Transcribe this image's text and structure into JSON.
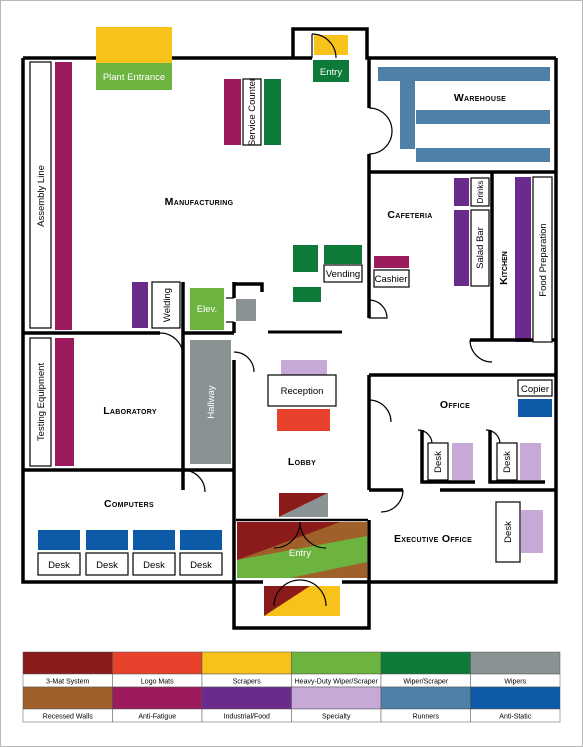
{
  "rooms": {
    "manufacturing": "Manufacturing",
    "warehouse": "Warehouse",
    "cafeteria": "Cafeteria",
    "kitchen": "Kitchen",
    "laboratory": "Laboratory",
    "office": "Office",
    "lobby": "Lobby",
    "computers": "Computers",
    "executive_office": "Executive Office"
  },
  "labels": {
    "plant_entrance": "Plant Entrance",
    "entry_top": "Entry",
    "service_counter": "Service Counter",
    "assembly_line": "Assembly Line",
    "vending": "Vending",
    "cashier": "Cashier",
    "salad_bar": "Salad Bar",
    "drinks": "Drinks",
    "food_preparation": "Food Preparation",
    "welding": "Welding",
    "elevator": "Elev.",
    "testing_equipment": "Testing Equipment",
    "hallway": "Hallway",
    "reception": "Reception",
    "copier": "Copier",
    "desk": "Desk",
    "entry_bottom": "Entry"
  },
  "legend": [
    {
      "label": "3-Mat System",
      "color": "#8b1a1a"
    },
    {
      "label": "Logo Mats",
      "color": "#e8412c"
    },
    {
      "label": "Scrapers",
      "color": "#f7c21a"
    },
    {
      "label": "Heavy-Duty Wiper/Scraper",
      "color": "#6db33f"
    },
    {
      "label": "Wiper/Scraper",
      "color": "#0d7a3a"
    },
    {
      "label": "Wipers",
      "color": "#8a9393"
    },
    {
      "label": "Recessed Walls",
      "color": "#a0602a"
    },
    {
      "label": "Anti-Fatigue",
      "color": "#9b1b5c"
    },
    {
      "label": "Industrial/Food",
      "color": "#6a2b8c"
    },
    {
      "label": "Specialty",
      "color": "#c6a9d6"
    },
    {
      "label": "Runners",
      "color": "#4f80a8"
    },
    {
      "label": "Anti-Static",
      "color": "#0d5aa8"
    }
  ]
}
